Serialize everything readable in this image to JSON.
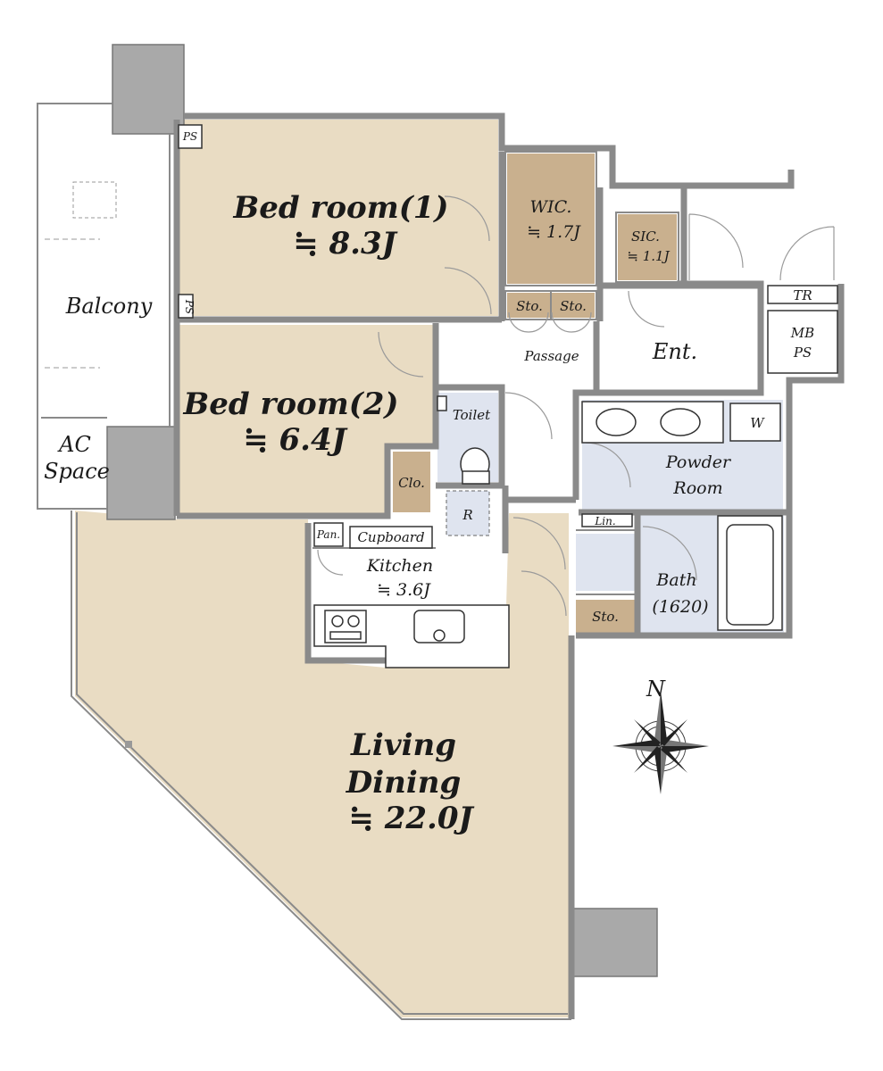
{
  "rooms": {
    "bedroom1": {
      "name": "Bed room(1)",
      "size": "≒ 8.3J"
    },
    "bedroom2": {
      "name": "Bed room(2)",
      "size": "≒ 6.4J"
    },
    "wic": {
      "name": "WIC.",
      "size": "≒ 1.7J"
    },
    "sic": {
      "name": "SIC.",
      "size": "≒ 1.1J"
    },
    "balcony": {
      "name": "Balcony"
    },
    "ac_space": {
      "line1": "AC",
      "line2": "Space"
    },
    "ps_top": "PS",
    "ps_side": "PS",
    "sto1": "Sto.",
    "sto2": "Sto.",
    "sto3": "Sto.",
    "passage": "Passage",
    "entrance": "Ent.",
    "tr": "TR",
    "mb_ps": {
      "line1": "MB",
      "line2": "PS"
    },
    "toilet": "Toilet",
    "w": "W",
    "powder_room": {
      "line1": "Powder",
      "line2": "Room"
    },
    "closet": "Clo.",
    "refrigerator": "R",
    "pantry": "Pan.",
    "cupboard": "Cupboard",
    "kitchen": {
      "name": "Kitchen",
      "size": "≒ 3.6J"
    },
    "linen": "Lin.",
    "bath": {
      "name": "Bath",
      "size": "(1620)"
    },
    "living": {
      "line1": "Living",
      "line2": "Dining",
      "size": "≒ 22.0J"
    }
  },
  "compass": {
    "label": "N"
  },
  "colors": {
    "living_floor": "#e9dcc3",
    "storage_floor": "#c9b08e",
    "wet_area": "#dfe4ef",
    "wall": "#8a8a8a",
    "pillar": "#a9a9a9"
  }
}
